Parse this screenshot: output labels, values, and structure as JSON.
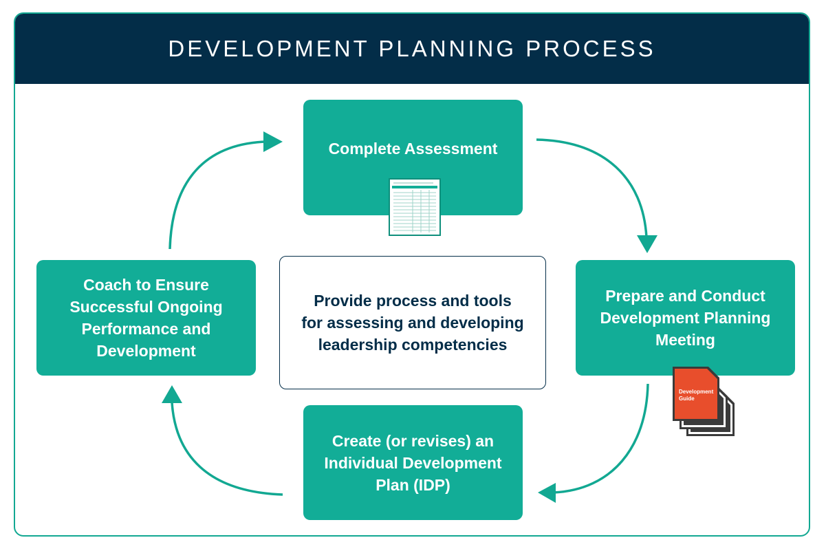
{
  "header": {
    "title": "DEVELOPMENT PLANNING PROCESS"
  },
  "steps": {
    "assessment": {
      "lines": [
        "Complete Assessment"
      ]
    },
    "meeting": {
      "lines": [
        "Prepare and Conduct",
        "Development Planning",
        "Meeting"
      ]
    },
    "idp": {
      "lines": [
        "Create (or revises) an",
        "Individual Development",
        "Plan (IDP)"
      ]
    },
    "coach": {
      "lines": [
        "Coach to Ensure",
        "Successful Ongoing",
        "Performance and",
        "Development"
      ]
    }
  },
  "center": {
    "lines": [
      "Provide process and tools",
      "for assessing and developing",
      "leadership competencies"
    ]
  },
  "icons": {
    "assessment_doc": "assessment-form-icon",
    "development_guide": {
      "name": "development-guide-icon",
      "label_line1": "Development",
      "label_line2": "Guide",
      "color": "#e84e2c"
    }
  },
  "colors": {
    "teal": "#12ad97",
    "navy": "#032d48",
    "arrow": "#12a892",
    "doc_dark": "#3a3a3a"
  }
}
